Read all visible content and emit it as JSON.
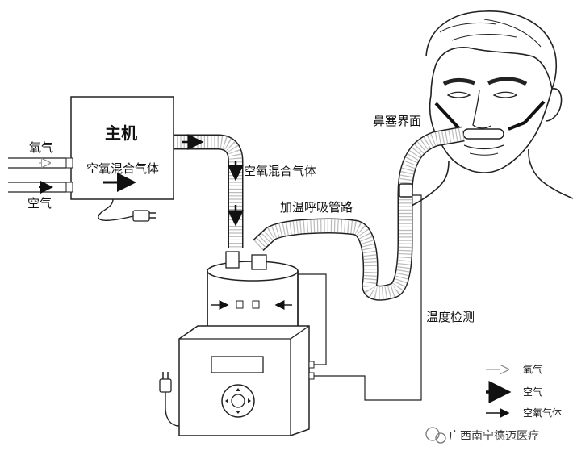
{
  "main_unit": {
    "title": "主机",
    "mixed_gas_label": "空氧混合气体"
  },
  "inputs": {
    "oxygen": "氧气",
    "air": "空气"
  },
  "tube_labels": {
    "mixed_gas": "空氧混合气体",
    "heated_circuit": "加温呼吸管路",
    "temperature_probe": "温度检测",
    "nasal_interface": "鼻塞界面"
  },
  "legend": {
    "oxygen": "氧气",
    "air": "空气",
    "mixed_gas": "空氧气体"
  },
  "watermark": "广西南宁德迈医疗"
}
